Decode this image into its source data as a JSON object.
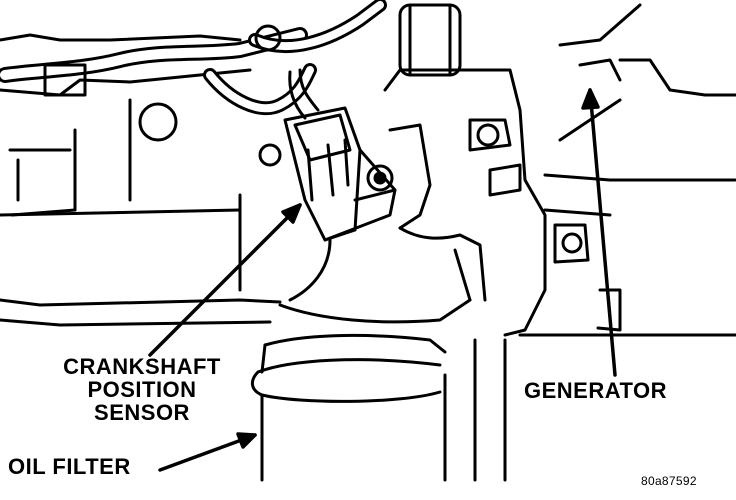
{
  "callouts": {
    "crankshaft_sensor": [
      "CRANKSHAFT",
      "POSITION",
      "SENSOR"
    ],
    "generator": "GENERATOR",
    "oil_filter": "OIL FILTER"
  },
  "figure_code": "80a87592",
  "colors": {
    "ink": "#000000",
    "paper": "#ffffff"
  }
}
